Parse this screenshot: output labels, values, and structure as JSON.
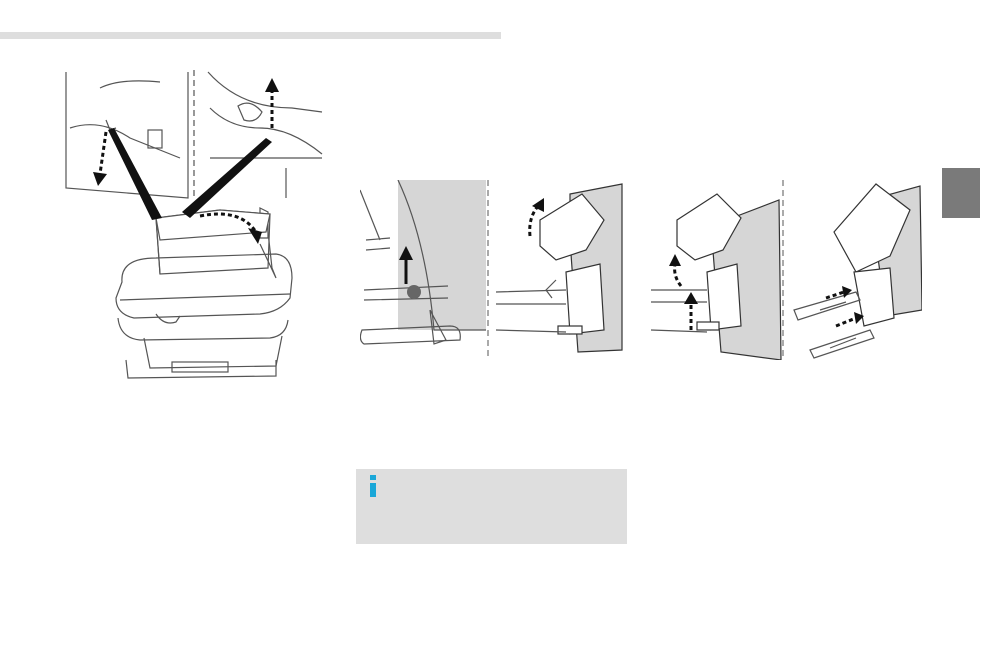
{
  "document": {
    "header_rule_color": "#dedede",
    "chapter_tab_color": "#7a7a7a"
  },
  "figures": [
    {
      "name": "seat-release-overview-figure",
      "icon": "seat-with-release-arrows"
    },
    {
      "name": "step-1-figure",
      "icon": "seat-leg-unlock"
    },
    {
      "name": "step-2-figure",
      "icon": "seat-tilt-forward"
    },
    {
      "name": "step-3-figure",
      "icon": "seat-anchor-lift"
    },
    {
      "name": "step-4-figure",
      "icon": "seat-anchor-insert"
    }
  ],
  "info_box": {
    "icon": "info-icon",
    "icon_color": "#1aa7d8",
    "background": "#dedede",
    "text": ""
  }
}
